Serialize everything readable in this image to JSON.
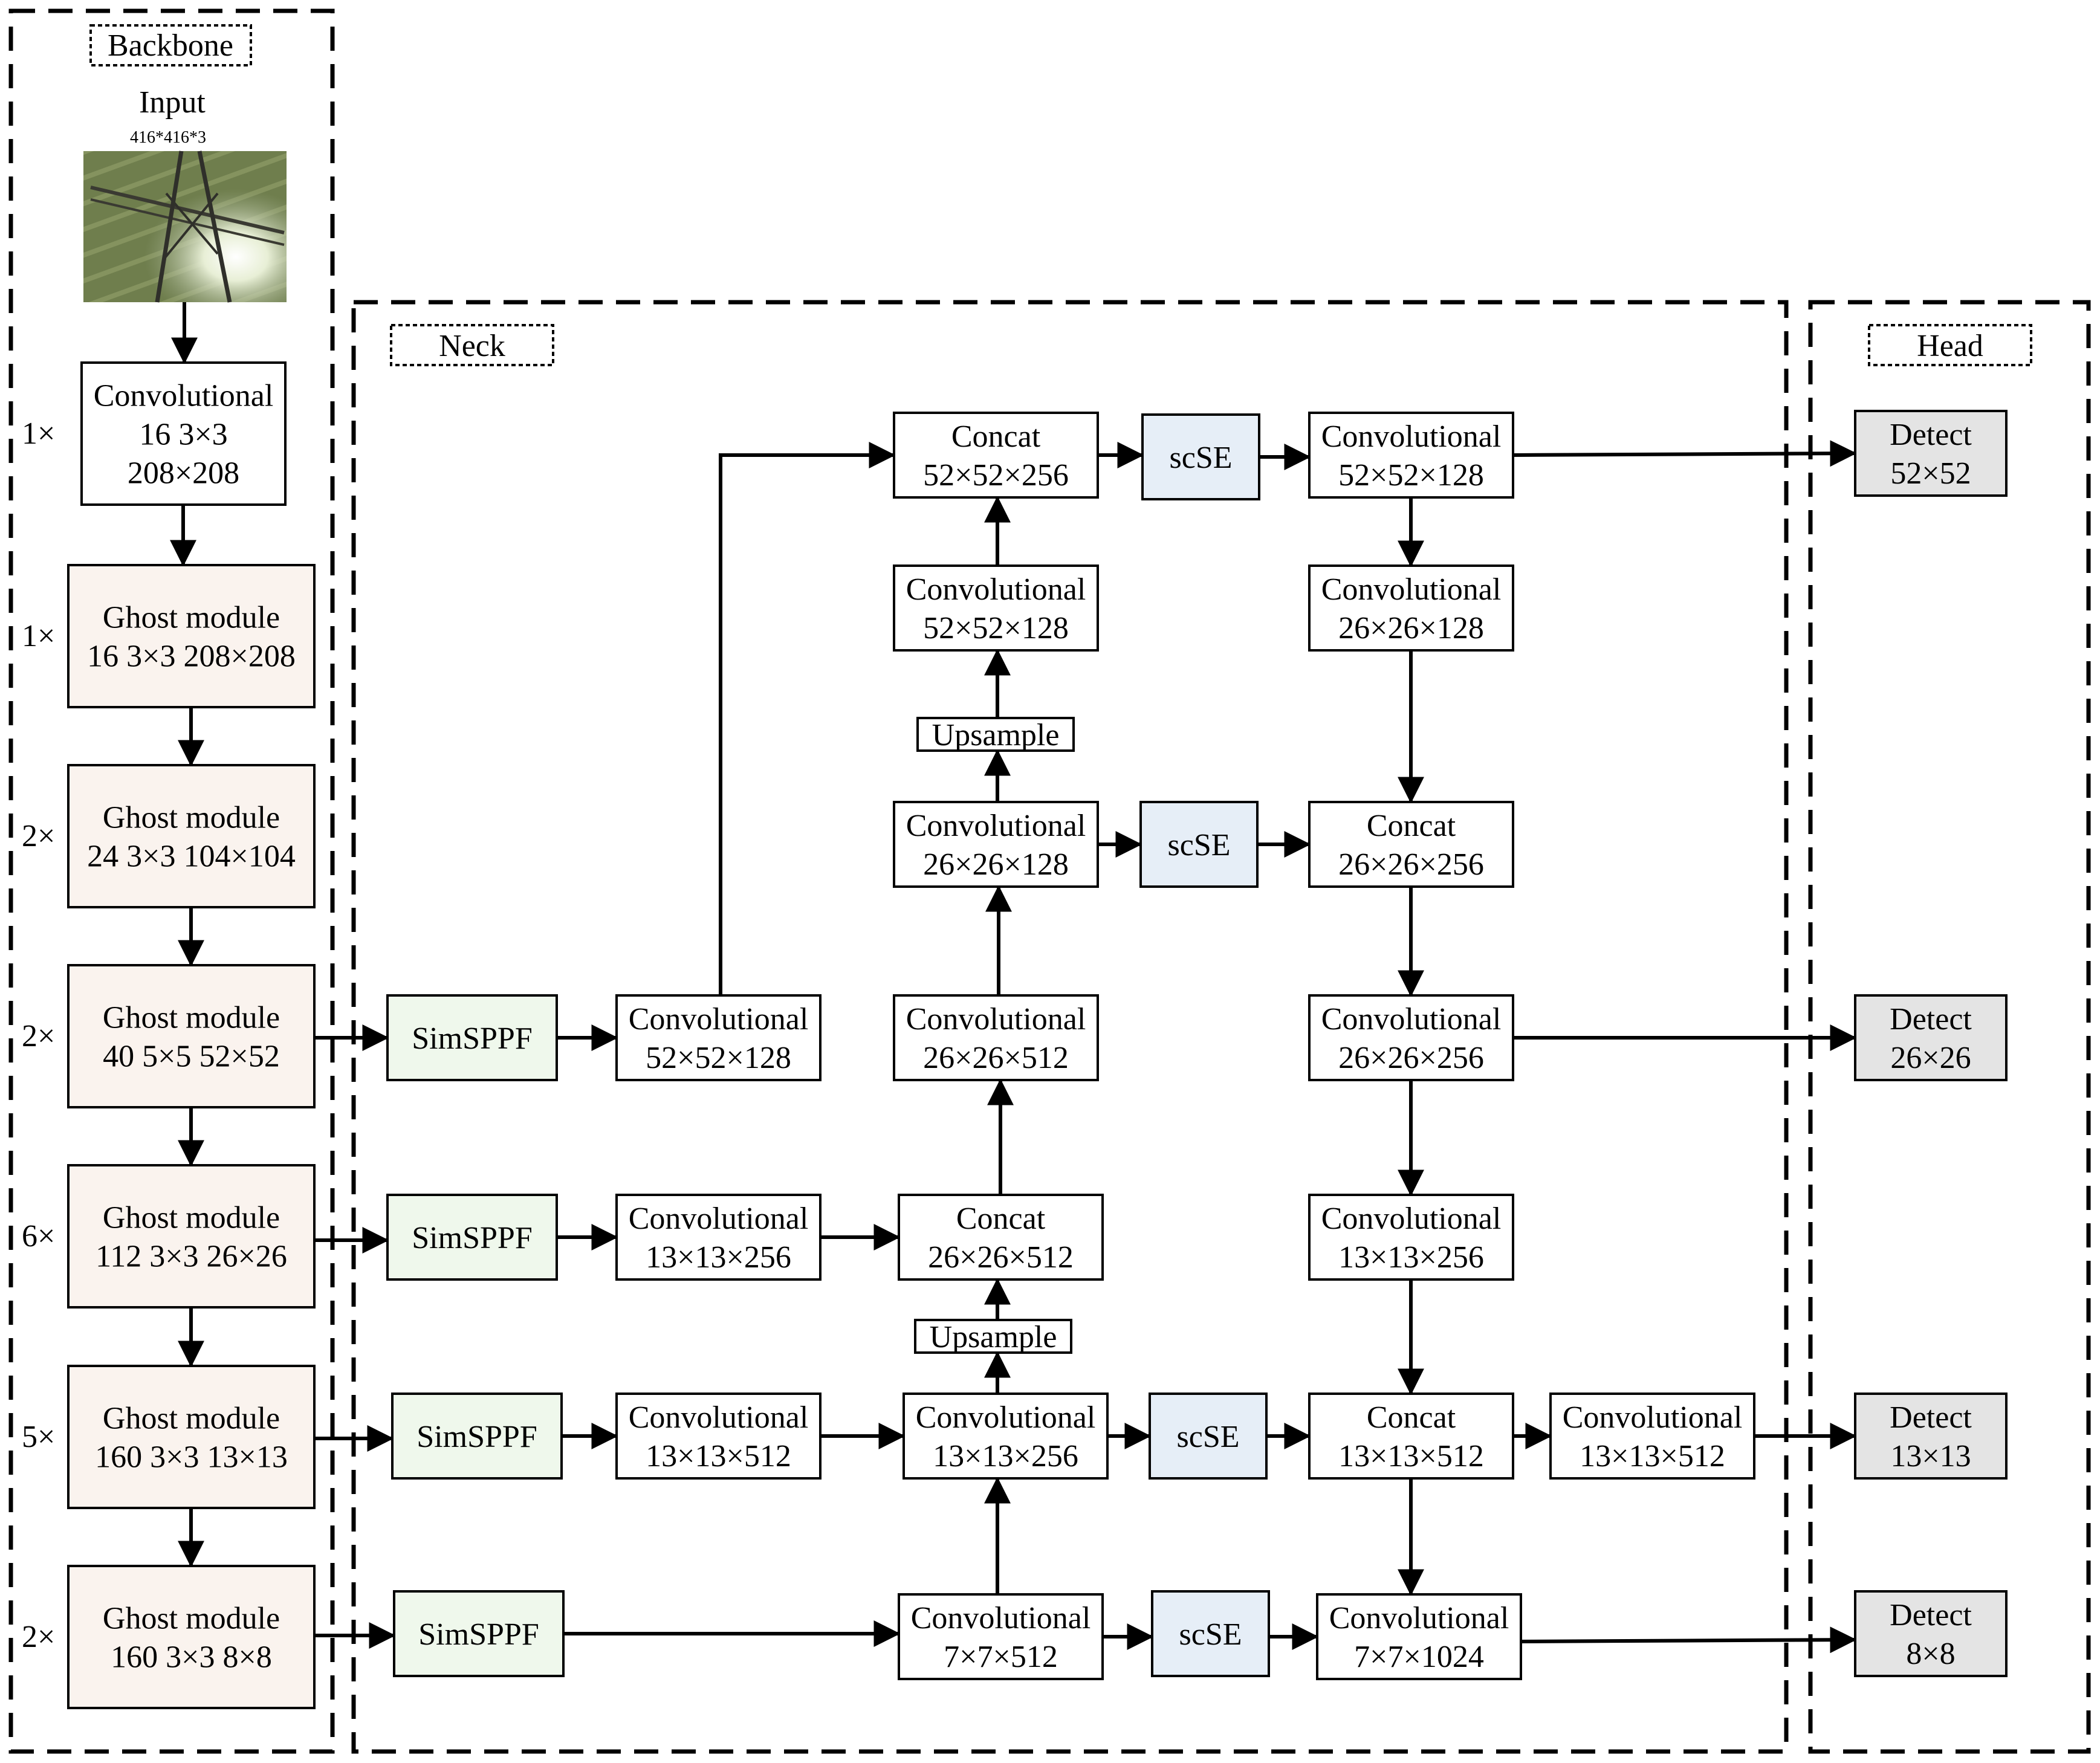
{
  "regions": {
    "backbone": "Backbone",
    "neck": "Neck",
    "head": "Head"
  },
  "input": {
    "label": "Input",
    "size": "416*416*3"
  },
  "repeats": [
    "1×",
    "1×",
    "2×",
    "2×",
    "6×",
    "5×",
    "2×"
  ],
  "blocks": [
    {
      "id": "b0",
      "lines": [
        "Convolutional",
        "16 3×3",
        "208×208"
      ],
      "kind": "plain"
    },
    {
      "id": "b1",
      "lines": [
        "Ghost module",
        "16 3×3 208×208"
      ],
      "kind": "ghost"
    },
    {
      "id": "b2",
      "lines": [
        "Ghost module",
        "24 3×3 104×104"
      ],
      "kind": "ghost"
    },
    {
      "id": "b3",
      "lines": [
        "Ghost module",
        "40 5×5 52×52"
      ],
      "kind": "ghost"
    },
    {
      "id": "b4",
      "lines": [
        "Ghost module",
        "112 3×3 26×26"
      ],
      "kind": "ghost"
    },
    {
      "id": "b5",
      "lines": [
        "Ghost module",
        "160 3×3 13×13"
      ],
      "kind": "ghost"
    },
    {
      "id": "b6",
      "lines": [
        "Ghost module",
        "160 3×3 8×8"
      ],
      "kind": "ghost"
    },
    {
      "id": "s1",
      "lines": [
        "SimSPPF"
      ],
      "kind": "sppf"
    },
    {
      "id": "s2",
      "lines": [
        "SimSPPF"
      ],
      "kind": "sppf"
    },
    {
      "id": "s3",
      "lines": [
        "SimSPPF"
      ],
      "kind": "sppf"
    },
    {
      "id": "s4",
      "lines": [
        "SimSPPF"
      ],
      "kind": "sppf"
    },
    {
      "id": "c1",
      "lines": [
        "Convolutional",
        "52×52×128"
      ],
      "kind": "plain"
    },
    {
      "id": "c2",
      "lines": [
        "Convolutional",
        "13×13×256"
      ],
      "kind": "plain"
    },
    {
      "id": "c3",
      "lines": [
        "Convolutional",
        "13×13×512"
      ],
      "kind": "plain"
    },
    {
      "id": "n1",
      "lines": [
        "Concat",
        "52×52×256"
      ],
      "kind": "plain"
    },
    {
      "id": "n2",
      "lines": [
        "Convolutional",
        "52×52×128"
      ],
      "kind": "plain"
    },
    {
      "id": "up1",
      "lines": [
        "Upsample"
      ],
      "kind": "small"
    },
    {
      "id": "n3",
      "lines": [
        "Convolutional",
        "26×26×128"
      ],
      "kind": "plain"
    },
    {
      "id": "n4",
      "lines": [
        "Convolutional",
        "26×26×512"
      ],
      "kind": "plain"
    },
    {
      "id": "n5",
      "lines": [
        "Concat",
        "26×26×512"
      ],
      "kind": "plain"
    },
    {
      "id": "up2",
      "lines": [
        "Upsample"
      ],
      "kind": "small"
    },
    {
      "id": "n6",
      "lines": [
        "Convolutional",
        "13×13×256"
      ],
      "kind": "plain"
    },
    {
      "id": "n7",
      "lines": [
        "Convolutional",
        "7×7×512"
      ],
      "kind": "plain"
    },
    {
      "id": "se1",
      "lines": [
        "scSE"
      ],
      "kind": "scse"
    },
    {
      "id": "se2",
      "lines": [
        "scSE"
      ],
      "kind": "scse"
    },
    {
      "id": "se3",
      "lines": [
        "scSE"
      ],
      "kind": "scse"
    },
    {
      "id": "se4",
      "lines": [
        "scSE"
      ],
      "kind": "scse"
    },
    {
      "id": "r1",
      "lines": [
        "Convolutional",
        "52×52×128"
      ],
      "kind": "plain"
    },
    {
      "id": "r2",
      "lines": [
        "Convolutional",
        "26×26×128"
      ],
      "kind": "plain"
    },
    {
      "id": "r3",
      "lines": [
        "Concat",
        "26×26×256"
      ],
      "kind": "plain"
    },
    {
      "id": "r4",
      "lines": [
        "Convolutional",
        "26×26×256"
      ],
      "kind": "plain"
    },
    {
      "id": "r5",
      "lines": [
        "Convolutional",
        "13×13×256"
      ],
      "kind": "plain"
    },
    {
      "id": "r6",
      "lines": [
        "Concat",
        "13×13×512"
      ],
      "kind": "plain"
    },
    {
      "id": "r7",
      "lines": [
        "Convolutional",
        "7×7×1024"
      ],
      "kind": "plain"
    },
    {
      "id": "r8",
      "lines": [
        "Convolutional",
        "13×13×512"
      ],
      "kind": "plain"
    },
    {
      "id": "d1",
      "lines": [
        "Detect",
        "52×52"
      ],
      "kind": "detect"
    },
    {
      "id": "d2",
      "lines": [
        "Detect",
        "26×26"
      ],
      "kind": "detect"
    },
    {
      "id": "d3",
      "lines": [
        "Detect",
        "13×13"
      ],
      "kind": "detect"
    },
    {
      "id": "d4",
      "lines": [
        "Detect",
        "8×8"
      ],
      "kind": "detect"
    }
  ],
  "colors": {
    "ghost": "#faf3ee",
    "sppf": "#eff8ec",
    "scse": "#e6eef7",
    "detect": "#e4e4e4",
    "plain": "#ffffff",
    "line": "#000000"
  }
}
